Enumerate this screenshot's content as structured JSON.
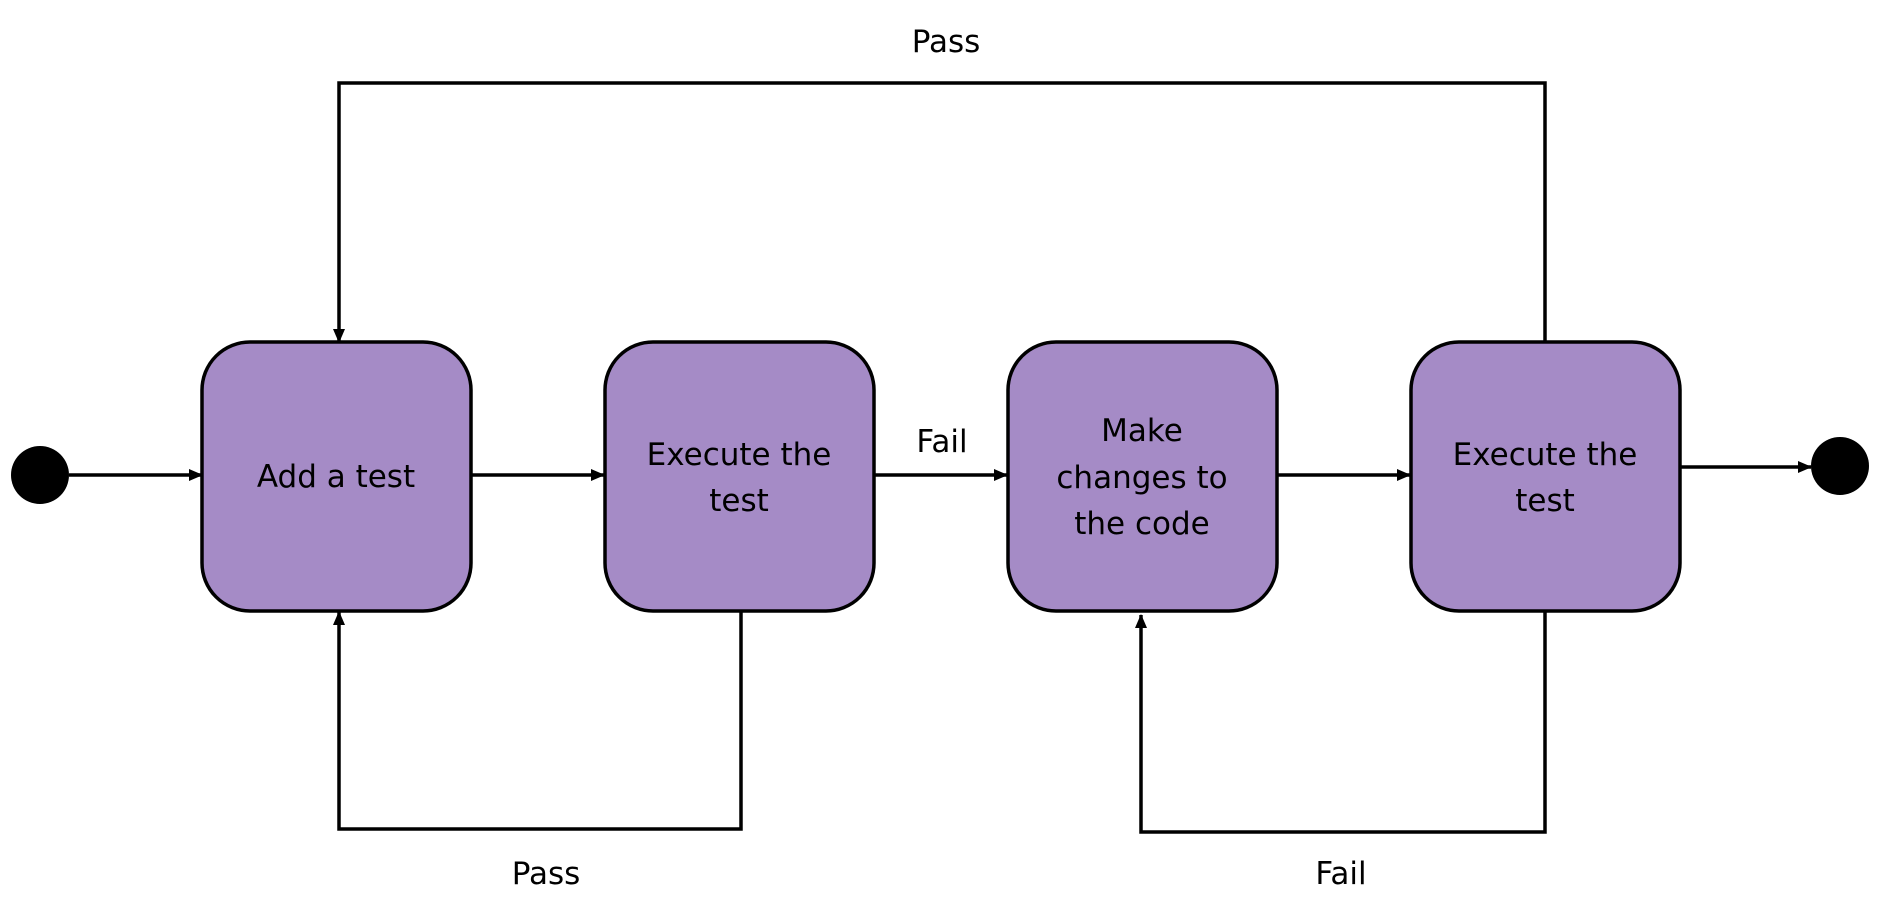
{
  "colors": {
    "node_fill": "#a58bc6",
    "stroke": "#000000",
    "background": "#ffffff"
  },
  "nodes": [
    {
      "id": "add-test",
      "lines": [
        "Add a test"
      ]
    },
    {
      "id": "execute-test-1",
      "lines": [
        "Execute the",
        "test"
      ]
    },
    {
      "id": "make-changes",
      "lines": [
        "Make",
        "changes to",
        "the code"
      ]
    },
    {
      "id": "execute-test-2",
      "lines": [
        "Execute the",
        "test"
      ]
    }
  ],
  "edges": [
    {
      "id": "start-to-add",
      "from": "start",
      "to": "add-test",
      "label": ""
    },
    {
      "id": "add-to-exec1",
      "from": "add-test",
      "to": "execute-test-1",
      "label": ""
    },
    {
      "id": "exec1-to-change",
      "from": "execute-test-1",
      "to": "make-changes",
      "label": "Fail"
    },
    {
      "id": "change-to-exec2",
      "from": "make-changes",
      "to": "execute-test-2",
      "label": ""
    },
    {
      "id": "exec2-to-end",
      "from": "execute-test-2",
      "to": "end",
      "label": ""
    },
    {
      "id": "exec2-to-add-pass",
      "from": "execute-test-2",
      "to": "add-test",
      "label": "Pass"
    },
    {
      "id": "exec1-to-add-pass",
      "from": "execute-test-1",
      "to": "add-test",
      "label": "Pass"
    },
    {
      "id": "exec2-to-change-fail",
      "from": "execute-test-2",
      "to": "make-changes",
      "label": "Fail"
    }
  ]
}
